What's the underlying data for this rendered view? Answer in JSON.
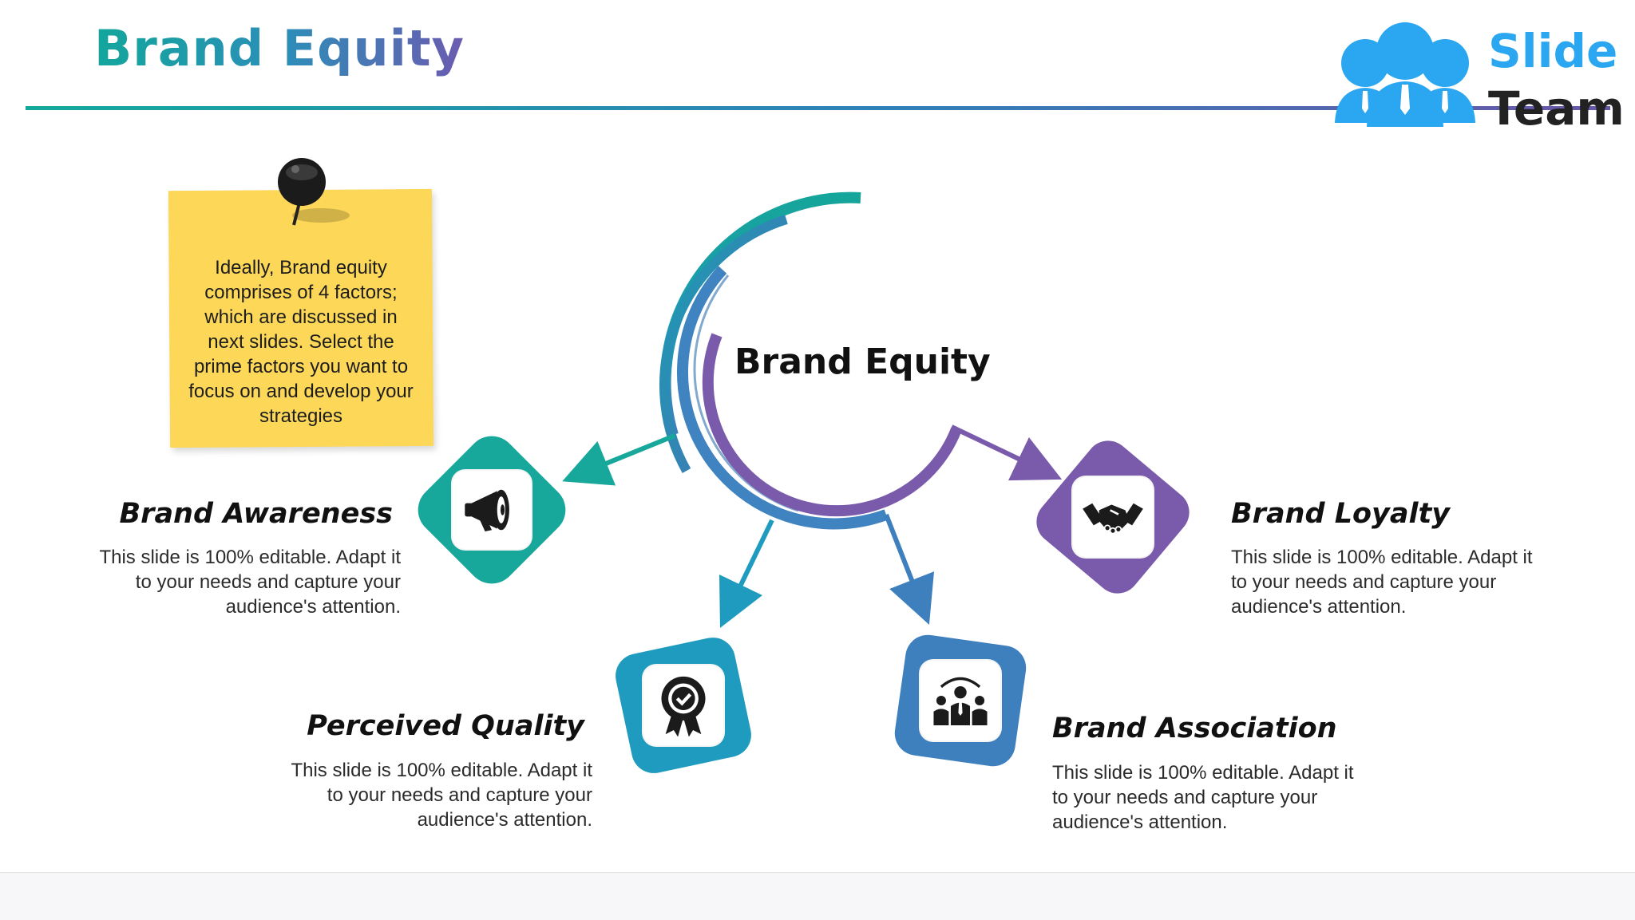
{
  "title": "Brand Equity",
  "logo": {
    "line1": "Slide",
    "line2": "Team"
  },
  "note": {
    "text": "Ideally, Brand equity comprises of 4 factors; which are discussed in next slides. Select the prime factors you want to focus on and develop your strategies"
  },
  "center": {
    "label": "Brand Equity"
  },
  "factors": [
    {
      "heading": "Brand Awareness",
      "desc": "This slide is 100% editable. Adapt it to your needs and capture your audience's attention.",
      "icon": "megaphone-icon",
      "color": "#17a89b"
    },
    {
      "heading": "Perceived Quality",
      "desc": "This slide is 100% editable. Adapt it to your needs and capture your audience's attention.",
      "icon": "quality-badge-icon",
      "color": "#1f9bbf"
    },
    {
      "heading": "Brand Association",
      "desc": "This slide is 100% editable. Adapt it to your needs and capture your audience's attention.",
      "icon": "people-group-icon",
      "color": "#3e7fbe"
    },
    {
      "heading": "Brand Loyalty",
      "desc": "This slide is 100% editable. Adapt it to your needs and capture your audience's attention.",
      "icon": "handshake-icon",
      "color": "#7a5aab"
    }
  ],
  "colors": {
    "teal": "#17a89b",
    "blue": "#2f7fbd",
    "purple": "#7a5aab",
    "note": "#fdd858"
  }
}
